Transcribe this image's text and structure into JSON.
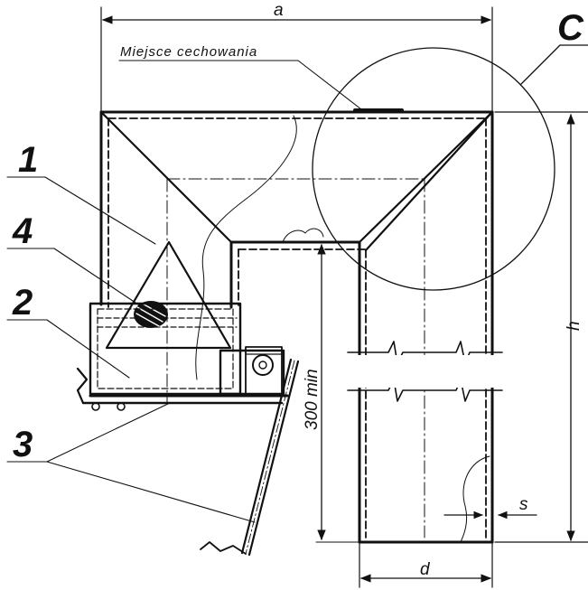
{
  "diagram": {
    "labels": {
      "part_1": "1",
      "part_2": "2",
      "part_3": "3",
      "part_4": "4",
      "detail_c": "C",
      "calibration_place": "Miejsce cechowania"
    },
    "dimensions": {
      "width": "a",
      "height": "h",
      "diameter": "d",
      "thickness": "s",
      "min_clearance": "300 min"
    },
    "colors": {
      "ink": "#111111",
      "paper": "#ffffff"
    }
  }
}
